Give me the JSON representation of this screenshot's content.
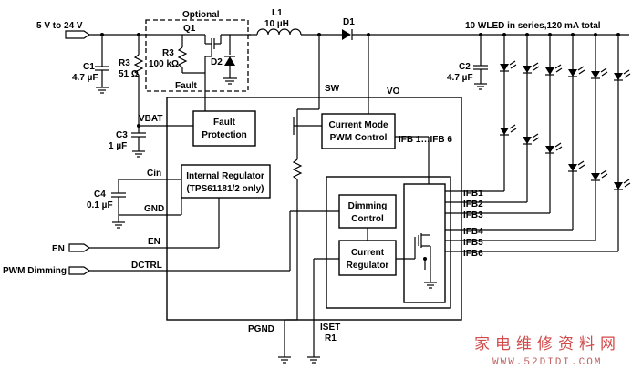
{
  "labels": {
    "vin": "5 V to 24 V",
    "optional": "Optional",
    "q1": "Q1",
    "l1": "L1",
    "l1_val": "10 µH",
    "d1": "D1",
    "wled": "10 WLED in series,120 mA total",
    "c1": "C1",
    "c1_val": "4.7 µF",
    "r3": "R3",
    "r3_val": "51 Ω",
    "r3b": "R3",
    "r3b_val": "100 kΩ",
    "d2": "D2",
    "fault": "Fault",
    "c2": "C2",
    "c2_val": "4.7 µF",
    "sw": "SW",
    "vo": "VO",
    "vbat": "VBAT",
    "c3": "C3",
    "c3_val": "1 µF",
    "cin": "Cin",
    "c4": "C4",
    "c4_val": "0.1 µF",
    "gnd": "GND",
    "en": "EN",
    "en_pin": "EN",
    "pwm": "PWM Dimming",
    "dctrl": "DCTRL",
    "pgnd": "PGND",
    "iset": "ISET",
    "r1": "R1",
    "ifb_range": "IFB 1…IFB 6",
    "ifb": [
      "IFB1",
      "IFB2",
      "IFB3",
      "IFB4",
      "IFB5",
      "IFB6"
    ]
  },
  "blocks": {
    "fault_protection": [
      "Fault",
      "Protection"
    ],
    "current_mode": [
      "Current Mode",
      "PWM Control"
    ],
    "internal_regulator": [
      "Internal Regulator",
      "(TPS61181/2 only)"
    ],
    "dimming": [
      "Dimming",
      "Control"
    ],
    "current_regulator": [
      "Current",
      "Regulator"
    ]
  },
  "watermark": {
    "cn": "家电维修资料网",
    "url": "WWW.52DIDI.COM"
  }
}
